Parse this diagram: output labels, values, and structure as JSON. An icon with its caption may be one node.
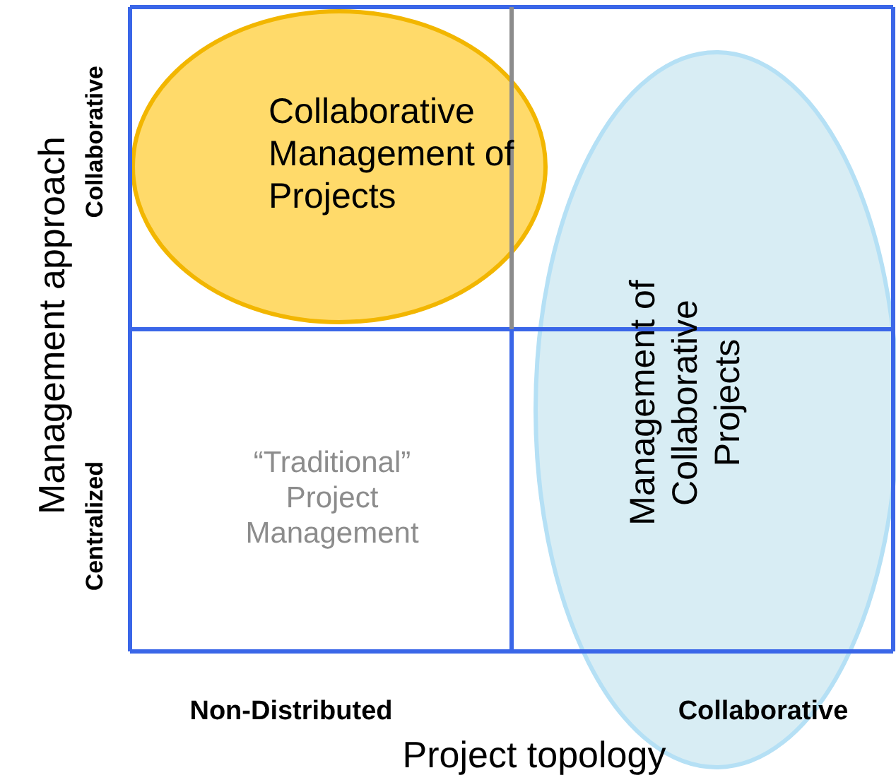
{
  "diagram": {
    "nodes": [
      {
        "text": [
          "Collaborative Management of Projects"
        ]
      },
      {
        "text": [
          "Management of Collaborative Projects"
        ]
      },
      {
        "text": [
          "“Traditional” Project Management"
        ]
      }
    ],
    "labels": [
      "Management approach",
      "Collaborative",
      "Centralized",
      "Non-Distributed",
      "Collaborative",
      "Project topology"
    ]
  }
}
